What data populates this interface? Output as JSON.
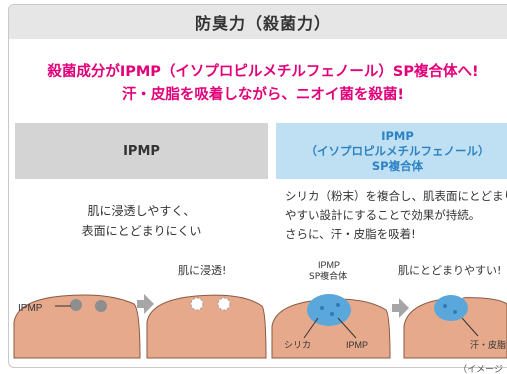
{
  "title": "防臭力（殺菌力）",
  "headline": {
    "line1": "殺菌成分がIPMP（イソプロピルメチルフェノール）SP複合体へ!",
    "line2": "汗・皮脂を吸着しながら、ニオイ菌を殺菌!"
  },
  "left": {
    "header": "IPMP",
    "desc_line1": "肌に浸透しやすく、",
    "desc_line2": "表面にとどまりにくい",
    "label_ipmp": "IPMP",
    "label_penetrate": "肌に浸透!"
  },
  "right": {
    "header_line1": "IPMP",
    "header_line2": "（イソプロピルメチルフェノール）",
    "header_line3": "SP複合体",
    "desc_line1": "シリカ（粉末）を複合し、肌表面にとどまり",
    "desc_line2": "やすい設計にすることで効果が持続。",
    "desc_line3": "さらに、汗・皮脂を吸着!",
    "label_complex_line1": "IPMP",
    "label_complex_line2": "SP複合体",
    "label_silica": "シリカ",
    "label_ipmp": "IPMP",
    "label_stay": "肌にとどまりやすい!",
    "label_sweat": "汗・皮脂"
  },
  "caption": "（イメージ",
  "colors": {
    "headline": "#e2007a",
    "blue_header": "#bfe0f2",
    "blue_text": "#2c82c3",
    "skin": "#e6a98b",
    "complex": "#5aa7dc"
  }
}
